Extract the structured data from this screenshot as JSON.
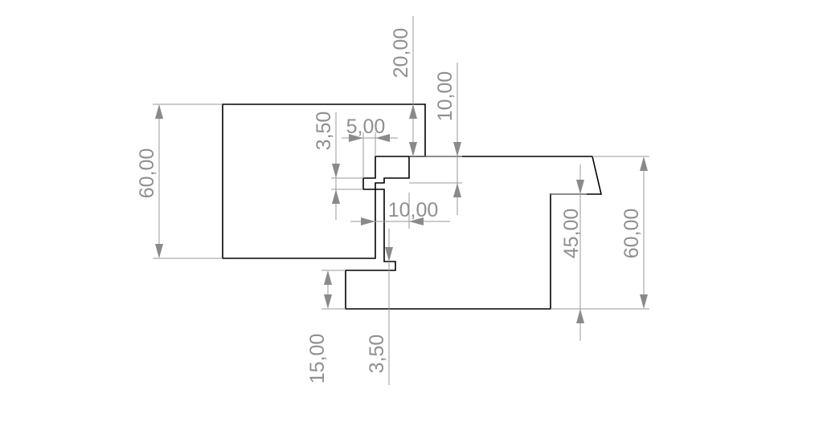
{
  "drawing": {
    "colors": {
      "outline": "#000000",
      "dimension": "#9a9a9a",
      "text": "#8f8f8f",
      "background": "#ffffff"
    },
    "dimensions": {
      "left_height": "60,00",
      "top_step": "20,00",
      "step_10_vertical": "10,00",
      "small_step": "3,50",
      "tongue_width": "5,00",
      "groove_width": "10,00",
      "bottom_depth": "45,00",
      "right_height": "60,00",
      "bottom_left": "15,00",
      "bottom_small_step": "3,50"
    }
  }
}
